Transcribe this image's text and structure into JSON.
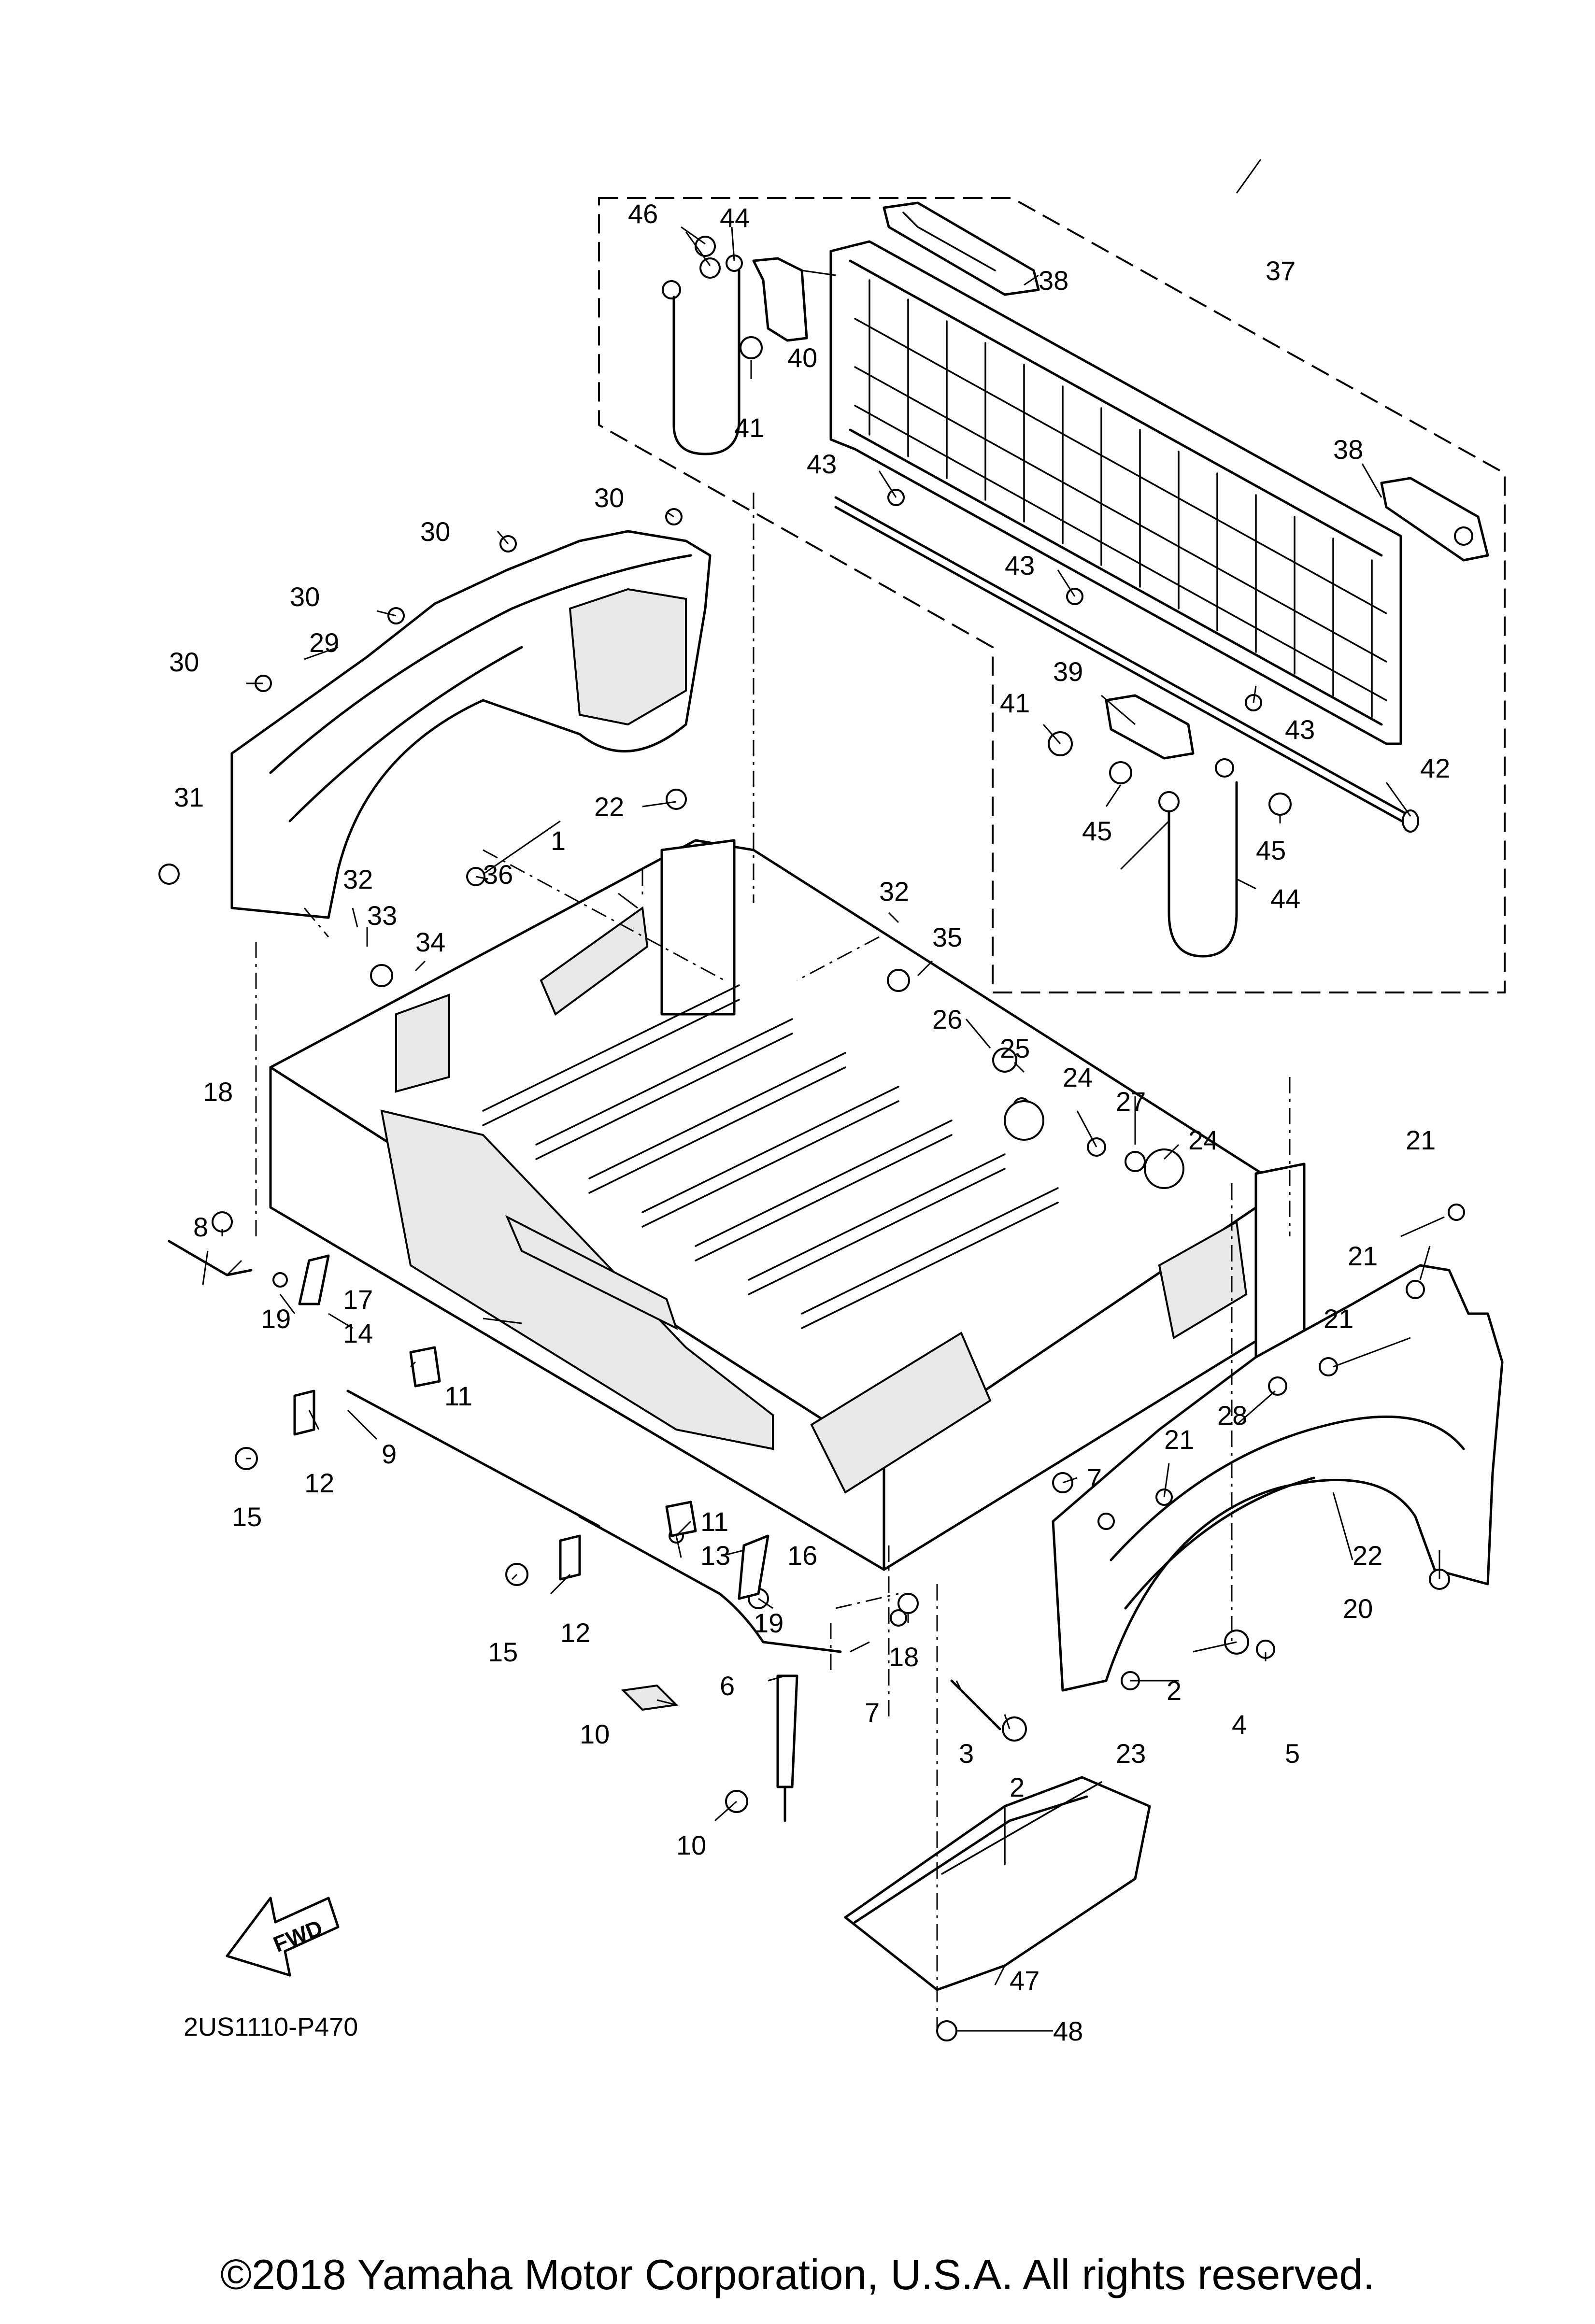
{
  "diagram_code": "2US1110-P470",
  "copyright": "©2018 Yamaha Motor Corporation, U.S.A. All rights reserved.",
  "fwd_label": "FWD",
  "callouts": [
    {
      "id": "c1",
      "label": "1"
    },
    {
      "id": "c2a",
      "label": "2"
    },
    {
      "id": "c2b",
      "label": "2"
    },
    {
      "id": "c3",
      "label": "3"
    },
    {
      "id": "c4",
      "label": "4"
    },
    {
      "id": "c5",
      "label": "5"
    },
    {
      "id": "c6",
      "label": "6"
    },
    {
      "id": "c7a",
      "label": "7"
    },
    {
      "id": "c7b",
      "label": "7"
    },
    {
      "id": "c8",
      "label": "8"
    },
    {
      "id": "c9",
      "label": "9"
    },
    {
      "id": "c10a",
      "label": "10"
    },
    {
      "id": "c10b",
      "label": "10"
    },
    {
      "id": "c11a",
      "label": "11"
    },
    {
      "id": "c11b",
      "label": "11"
    },
    {
      "id": "c12a",
      "label": "12"
    },
    {
      "id": "c12b",
      "label": "12"
    },
    {
      "id": "c13",
      "label": "13"
    },
    {
      "id": "c14",
      "label": "14"
    },
    {
      "id": "c15a",
      "label": "15"
    },
    {
      "id": "c15b",
      "label": "15"
    },
    {
      "id": "c16",
      "label": "16"
    },
    {
      "id": "c17",
      "label": "17"
    },
    {
      "id": "c18a",
      "label": "18"
    },
    {
      "id": "c18b",
      "label": "18"
    },
    {
      "id": "c19a",
      "label": "19"
    },
    {
      "id": "c19b",
      "label": "19"
    },
    {
      "id": "c20",
      "label": "20"
    },
    {
      "id": "c21a",
      "label": "21"
    },
    {
      "id": "c21b",
      "label": "21"
    },
    {
      "id": "c21c",
      "label": "21"
    },
    {
      "id": "c21d",
      "label": "21"
    },
    {
      "id": "c22a",
      "label": "22"
    },
    {
      "id": "c22b",
      "label": "22"
    },
    {
      "id": "c23",
      "label": "23"
    },
    {
      "id": "c24a",
      "label": "24"
    },
    {
      "id": "c24b",
      "label": "24"
    },
    {
      "id": "c25",
      "label": "25"
    },
    {
      "id": "c26",
      "label": "26"
    },
    {
      "id": "c27",
      "label": "27"
    },
    {
      "id": "c28",
      "label": "28"
    },
    {
      "id": "c29",
      "label": "29"
    },
    {
      "id": "c30a",
      "label": "30"
    },
    {
      "id": "c30b",
      "label": "30"
    },
    {
      "id": "c30c",
      "label": "30"
    },
    {
      "id": "c30d",
      "label": "30"
    },
    {
      "id": "c31",
      "label": "31"
    },
    {
      "id": "c32a",
      "label": "32"
    },
    {
      "id": "c32b",
      "label": "32"
    },
    {
      "id": "c33",
      "label": "33"
    },
    {
      "id": "c34",
      "label": "34"
    },
    {
      "id": "c35",
      "label": "35"
    },
    {
      "id": "c36",
      "label": "36"
    },
    {
      "id": "c37",
      "label": "37"
    },
    {
      "id": "c38a",
      "label": "38"
    },
    {
      "id": "c38b",
      "label": "38"
    },
    {
      "id": "c39",
      "label": "39"
    },
    {
      "id": "c40",
      "label": "40"
    },
    {
      "id": "c41a",
      "label": "41"
    },
    {
      "id": "c41b",
      "label": "41"
    },
    {
      "id": "c42",
      "label": "42"
    },
    {
      "id": "c43a",
      "label": "43"
    },
    {
      "id": "c43b",
      "label": "43"
    },
    {
      "id": "c43c",
      "label": "43"
    },
    {
      "id": "c44a",
      "label": "44"
    },
    {
      "id": "c44b",
      "label": "44"
    },
    {
      "id": "c45a",
      "label": "45"
    },
    {
      "id": "c45b",
      "label": "45"
    },
    {
      "id": "c46",
      "label": "46"
    },
    {
      "id": "c47",
      "label": "47"
    },
    {
      "id": "c48",
      "label": "48"
    }
  ]
}
